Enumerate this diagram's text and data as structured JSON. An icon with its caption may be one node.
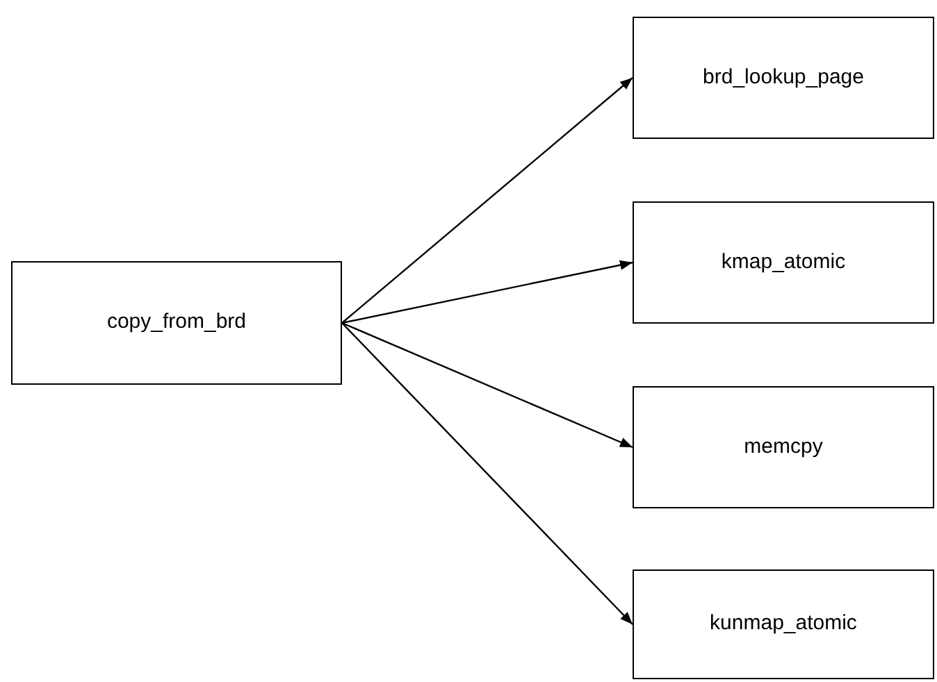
{
  "diagram": {
    "nodes": [
      {
        "text": [
          "copy_from_brd"
        ]
      },
      {
        "text": [
          "brd_lookup_page"
        ]
      },
      {
        "text": [
          "kmap_atomic"
        ]
      },
      {
        "text": [
          "memcpy"
        ]
      },
      {
        "text": [
          "kunmap_atomic"
        ]
      }
    ],
    "edges": [
      {
        "from": 0,
        "to": 1,
        "arrow": "to"
      },
      {
        "from": 0,
        "to": 2,
        "arrow": "to"
      },
      {
        "from": 0,
        "to": 3,
        "arrow": "to"
      },
      {
        "from": 0,
        "to": 4,
        "arrow": "to"
      }
    ]
  }
}
